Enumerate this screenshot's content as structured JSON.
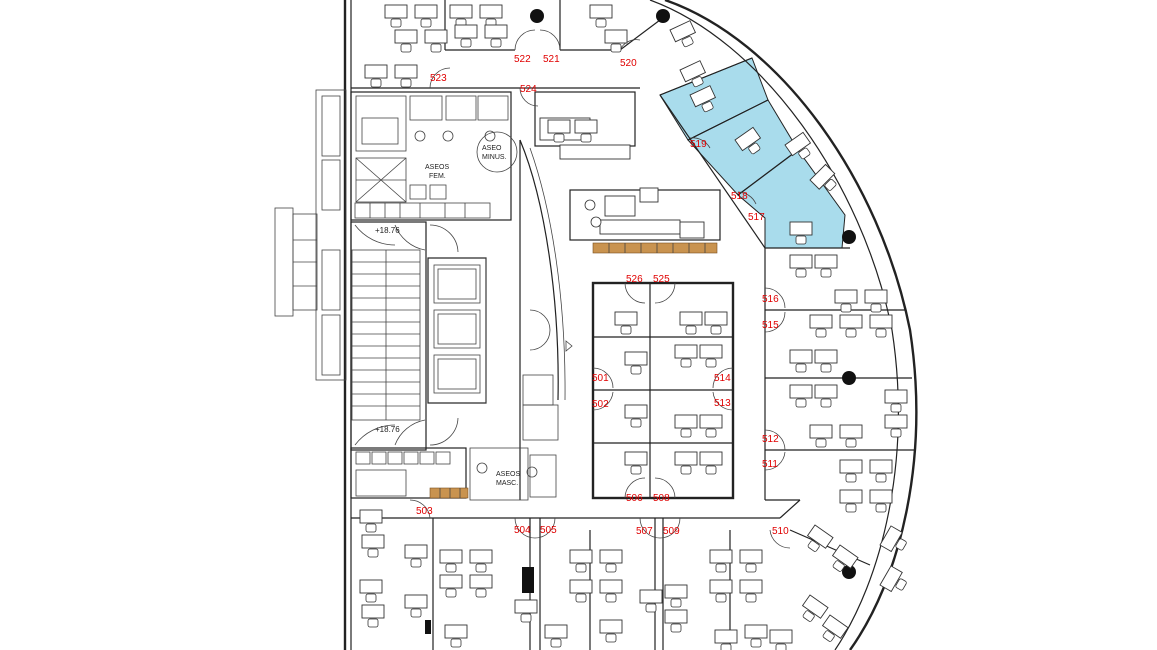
{
  "room_labels": [
    {
      "id": "l522",
      "text": "522"
    },
    {
      "id": "l521",
      "text": "521"
    },
    {
      "id": "l520",
      "text": "520"
    },
    {
      "id": "l523",
      "text": "523"
    },
    {
      "id": "l524",
      "text": "524"
    },
    {
      "id": "l519",
      "text": "519"
    },
    {
      "id": "l518",
      "text": "518"
    },
    {
      "id": "l517",
      "text": "517"
    },
    {
      "id": "l526",
      "text": "526"
    },
    {
      "id": "l525",
      "text": "525"
    },
    {
      "id": "l516",
      "text": "516"
    },
    {
      "id": "l515",
      "text": "515"
    },
    {
      "id": "l501",
      "text": "501"
    },
    {
      "id": "l514",
      "text": "514"
    },
    {
      "id": "l502",
      "text": "502"
    },
    {
      "id": "l513",
      "text": "513"
    },
    {
      "id": "l512",
      "text": "512"
    },
    {
      "id": "l511",
      "text": "511"
    },
    {
      "id": "l506",
      "text": "506"
    },
    {
      "id": "l508",
      "text": "508"
    },
    {
      "id": "l503",
      "text": "503"
    },
    {
      "id": "l504",
      "text": "504"
    },
    {
      "id": "l505",
      "text": "505"
    },
    {
      "id": "l507",
      "text": "507"
    },
    {
      "id": "l509",
      "text": "509"
    },
    {
      "id": "l510",
      "text": "510"
    }
  ],
  "restrooms": {
    "fem_line1": "ASEOS",
    "fem_line2": "FEM.",
    "minus_line1": "ASEO",
    "minus_line2": "MINUS.",
    "masc_line1": "ASEOS",
    "masc_line2": "MASC."
  },
  "levels": {
    "upper": "+18.76",
    "lower": "+18.76"
  },
  "colors": {
    "highlight": "#a9dcec",
    "labels": "#e00000",
    "bench": "#c9934f",
    "walls": "#222222"
  }
}
